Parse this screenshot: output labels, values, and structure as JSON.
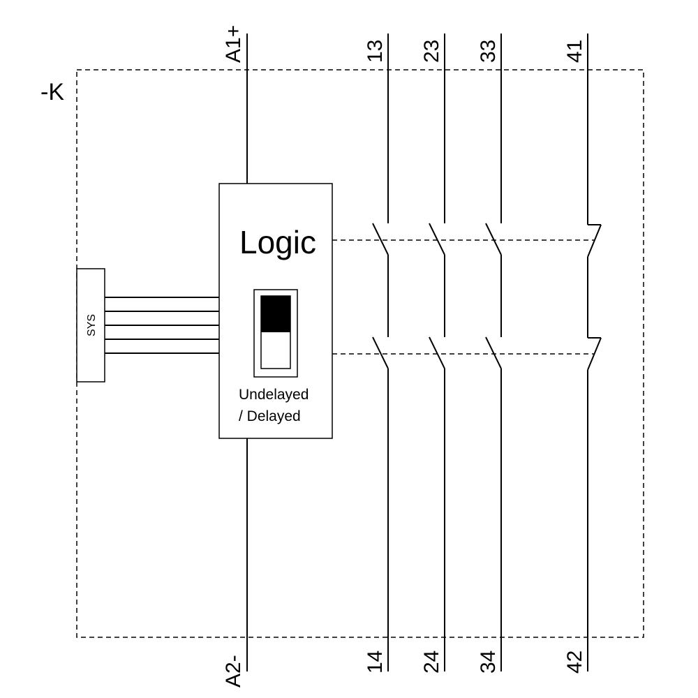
{
  "device_label": "-K",
  "logic_label": "Logic",
  "mode_label_line1": "Undelayed",
  "mode_label_line2": "/ Delayed",
  "sys_label": "SYS",
  "terminals": {
    "a1": "A1+",
    "a2": "A2-",
    "t13": "13",
    "t14": "14",
    "t23": "23",
    "t24": "24",
    "t33": "33",
    "t34": "34",
    "t41": "41",
    "t42": "42"
  }
}
